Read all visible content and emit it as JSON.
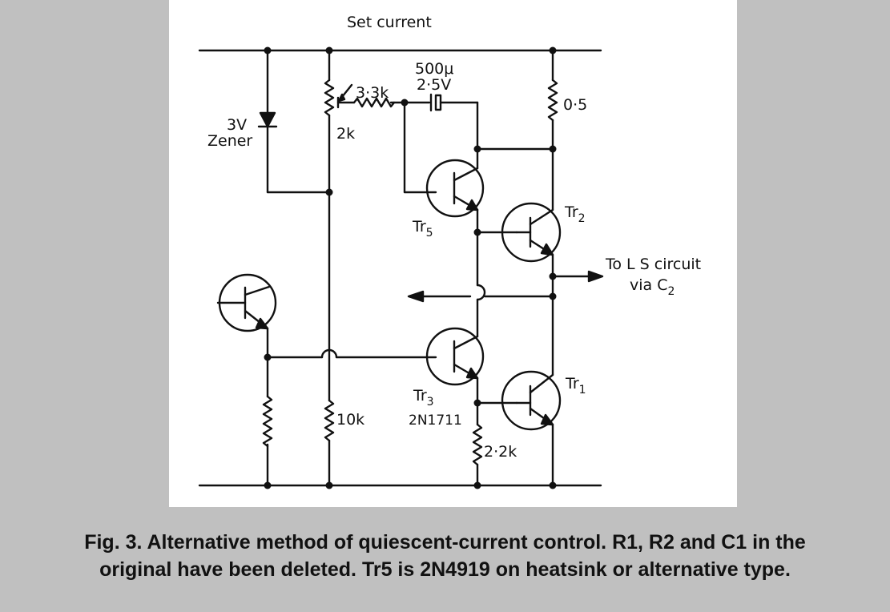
{
  "schematic": {
    "set_current": "Set current",
    "pot_value": "2k",
    "series_resistor": "3·3k",
    "capacitor_value": "500μ",
    "capacitor_voltage": "2·5V",
    "emitter_resistor": "0·5",
    "zener_value": "3V",
    "zener_type": "Zener",
    "resistor_10k": "10k",
    "resistor_2_2k": "2·2k",
    "tr1": {
      "base": "Tr",
      "sub": "1"
    },
    "tr2": {
      "base": "Tr",
      "sub": "2"
    },
    "tr3": {
      "base": "Tr",
      "sub": "3",
      "part": "2N1711"
    },
    "tr5": {
      "base": "Tr",
      "sub": "5"
    },
    "output_line1": "To L S circuit",
    "output_line2_base": "via C",
    "output_line2_sub": "2"
  },
  "caption": {
    "line1": "Fig. 3. Alternative method of quiescent-current control. R1, R2 and C1 in the",
    "line2": "original have been deleted. Tr5 is 2N4919 on heatsink or alternative type."
  }
}
